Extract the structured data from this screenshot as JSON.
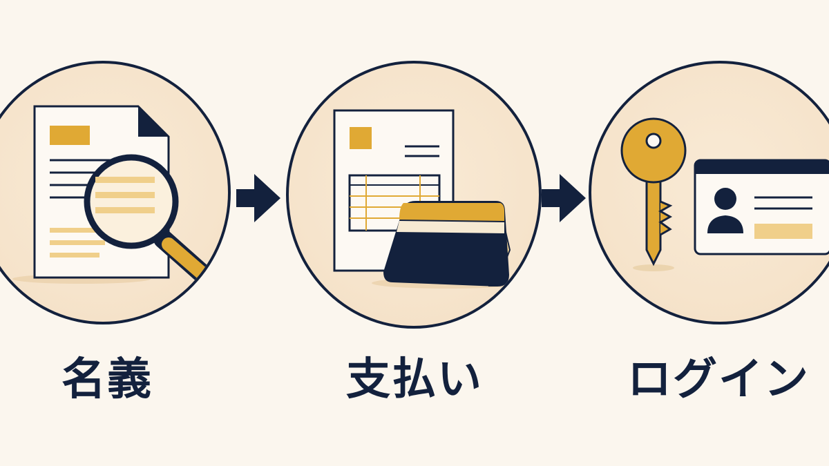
{
  "colors": {
    "background": "#fbf6ee",
    "navy": "#13213d",
    "gold": "#e0a934",
    "circle_fill": "#f6e4cc",
    "paper": "#fdf9f3"
  },
  "steps": [
    {
      "label": "名義",
      "icon": "document-magnifier-icon"
    },
    {
      "label": "支払い",
      "icon": "invoice-card-icon"
    },
    {
      "label": "ログイン",
      "icon": "key-id-card-icon"
    }
  ],
  "arrows": [
    {
      "icon": "right-arrow-icon"
    },
    {
      "icon": "right-arrow-icon"
    }
  ]
}
